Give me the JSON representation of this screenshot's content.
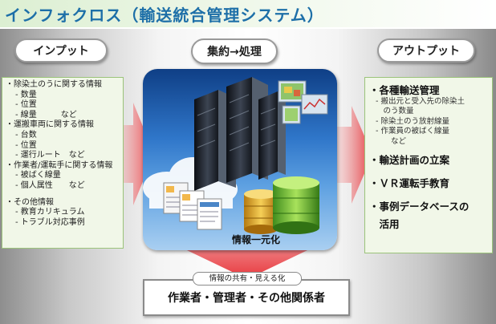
{
  "title": "インフォクロス（輸送統合管理システム）",
  "sections": {
    "input_label": "インプット",
    "process_label": "集約→処理",
    "output_label": "アウトプット"
  },
  "input_items": [
    {
      "text": "・除染土のうに関する情報",
      "level": 0
    },
    {
      "text": "- 数量",
      "level": 1
    },
    {
      "text": "- 位置",
      "level": 1
    },
    {
      "text": "- 線量　　　など",
      "level": 1
    },
    {
      "text": "・運搬車両に関する情報",
      "level": 0
    },
    {
      "text": "- 台数",
      "level": 1
    },
    {
      "text": "- 位置",
      "level": 1
    },
    {
      "text": "- 運行ルート　など",
      "level": 1
    },
    {
      "text": "・作業者/運転手に関する情報",
      "level": 0
    },
    {
      "text": "- 被ばく線量",
      "level": 1
    },
    {
      "text": "- 個人属性　　など",
      "level": 1
    },
    {
      "text": "",
      "level": 0
    },
    {
      "text": "・その他情報",
      "level": 0
    },
    {
      "text": "- 教育カリキュラム",
      "level": 1
    },
    {
      "text": "- トラブル対応事例",
      "level": 1
    }
  ],
  "output": {
    "main1": "・各種輸送管理",
    "main1_sub": [
      "- 搬出元と受入先の除染土",
      "　のう数量",
      "- 除染土のう放射線量",
      "- 作業員の被ばく線量",
      "　　など"
    ],
    "main2": "・輸送計画の立案",
    "main3": "・ＶＲ運転手教育",
    "main4_line1": "・事例データベースの",
    "main4_line2": "　活用"
  },
  "center": {
    "unify_label": "情報一元化",
    "share_label": "情報の共有・見える化",
    "stakeholders": "作業者・管理者・その他関係者"
  },
  "colors": {
    "title_text": "#1d6fa8",
    "arrow_red": "#e8383d",
    "box_green_border": "#9bc37a",
    "box_green_fill": "#f1f7e8",
    "center_blue": "#2e6fc0"
  },
  "icons": [
    "cloud-icon",
    "server-icon",
    "document-icon",
    "monitor-icon",
    "database-icon"
  ]
}
